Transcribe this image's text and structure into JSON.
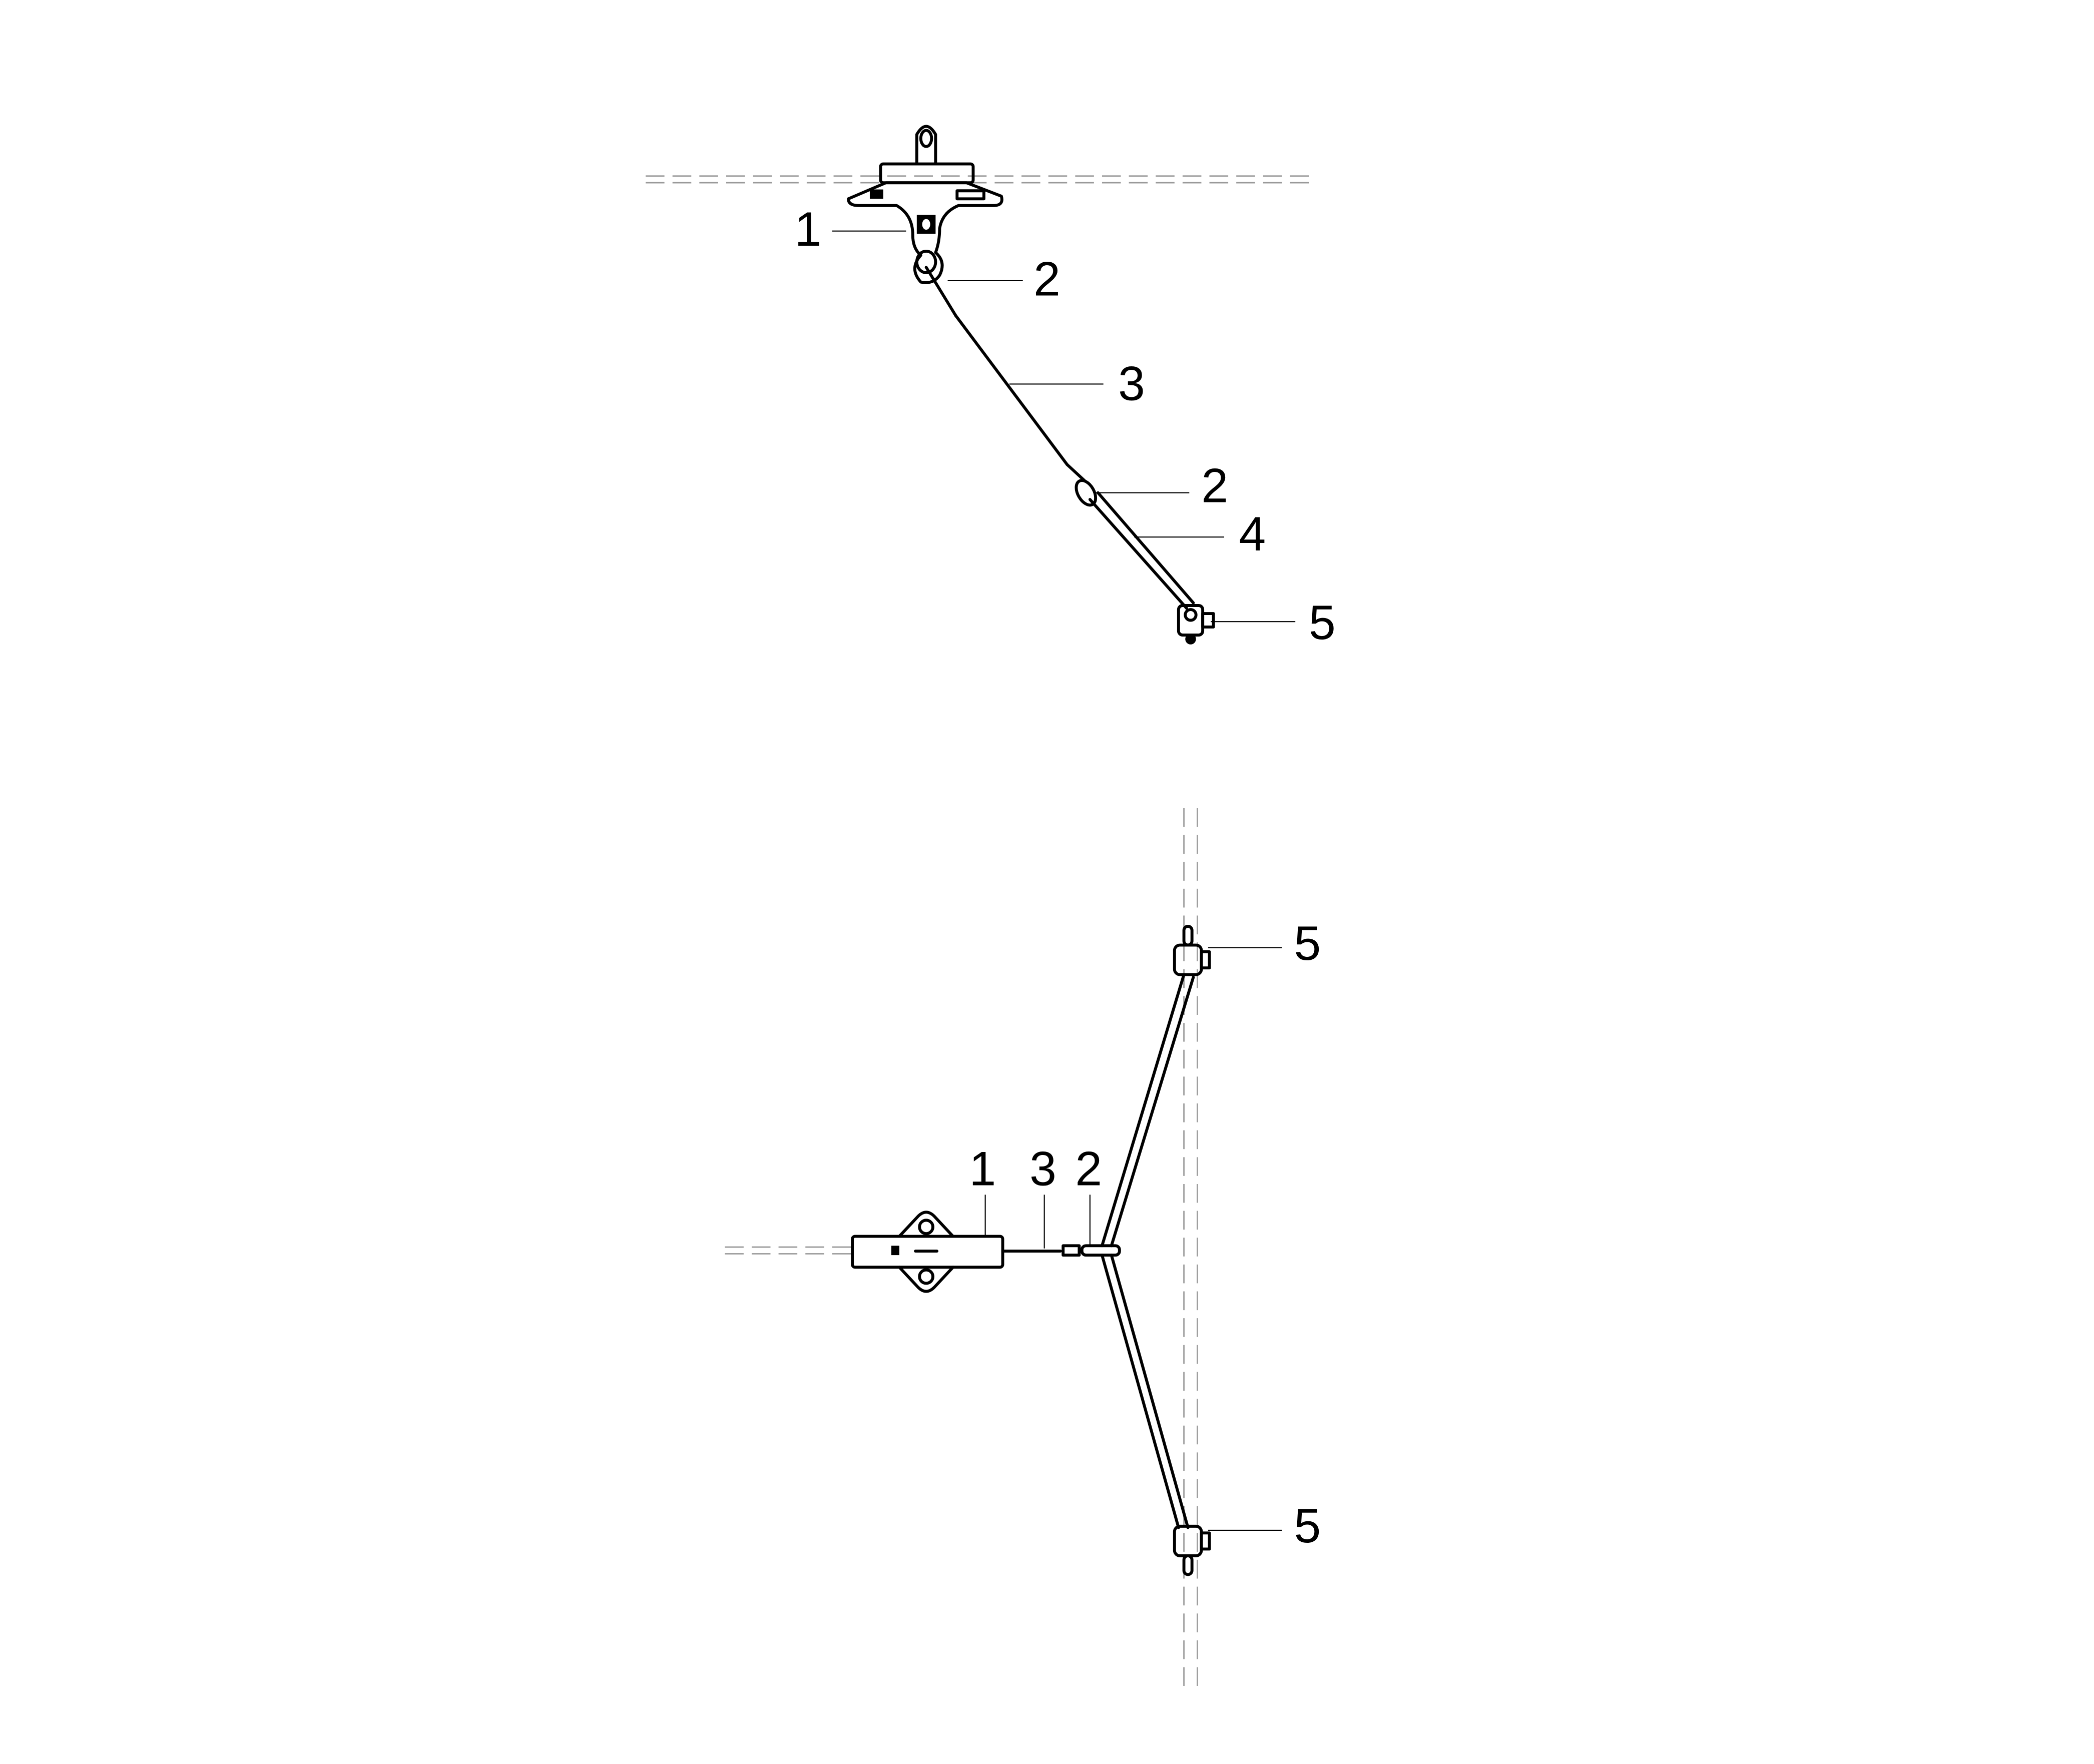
{
  "top_view": {
    "callouts": [
      "1",
      "2",
      "3",
      "2",
      "4",
      "5"
    ]
  },
  "bottom_view": {
    "callouts": [
      "5",
      "1",
      "3",
      "2",
      "5"
    ]
  },
  "colors": {
    "line": "#000000",
    "hidden_line": "#999999",
    "background": "#ffffff"
  }
}
